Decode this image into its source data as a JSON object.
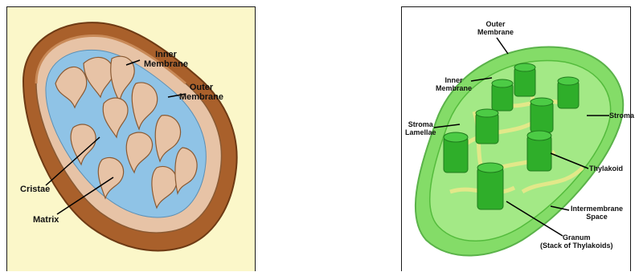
{
  "mitochondrion": {
    "labels": {
      "inner_membrane_1": "Inner",
      "inner_membrane_2": "Membrane",
      "outer_membrane_1": "Outer",
      "outer_membrane_2": "Membrane",
      "cristae": "Cristae",
      "matrix": "Matrix"
    },
    "colors": {
      "background": "#fbf7c9",
      "outer": "#a9602b",
      "inner": "#e7c3a6",
      "matrix": "#8fc3e6"
    }
  },
  "chloroplast": {
    "labels": {
      "outer_membrane_1": "Outer",
      "outer_membrane_2": "Membrane",
      "inner_membrane_1": "Inner",
      "inner_membrane_2": "Membrane",
      "stroma_lamellae_1": "Stroma",
      "stroma_lamellae_2": "Lamellae",
      "stroma": "Stroma",
      "thylakoid": "Thylakoid",
      "intermembrane_1": "Intermembrane",
      "intermembrane_2": "Space",
      "granum_1": "Granum",
      "granum_2": "(Stack of Thylakoids)"
    },
    "colors": {
      "outer": "#5fcf3e",
      "inner": "#8fe27a",
      "granum": "#2fae2a",
      "lamellae": "#e6e88a"
    }
  }
}
